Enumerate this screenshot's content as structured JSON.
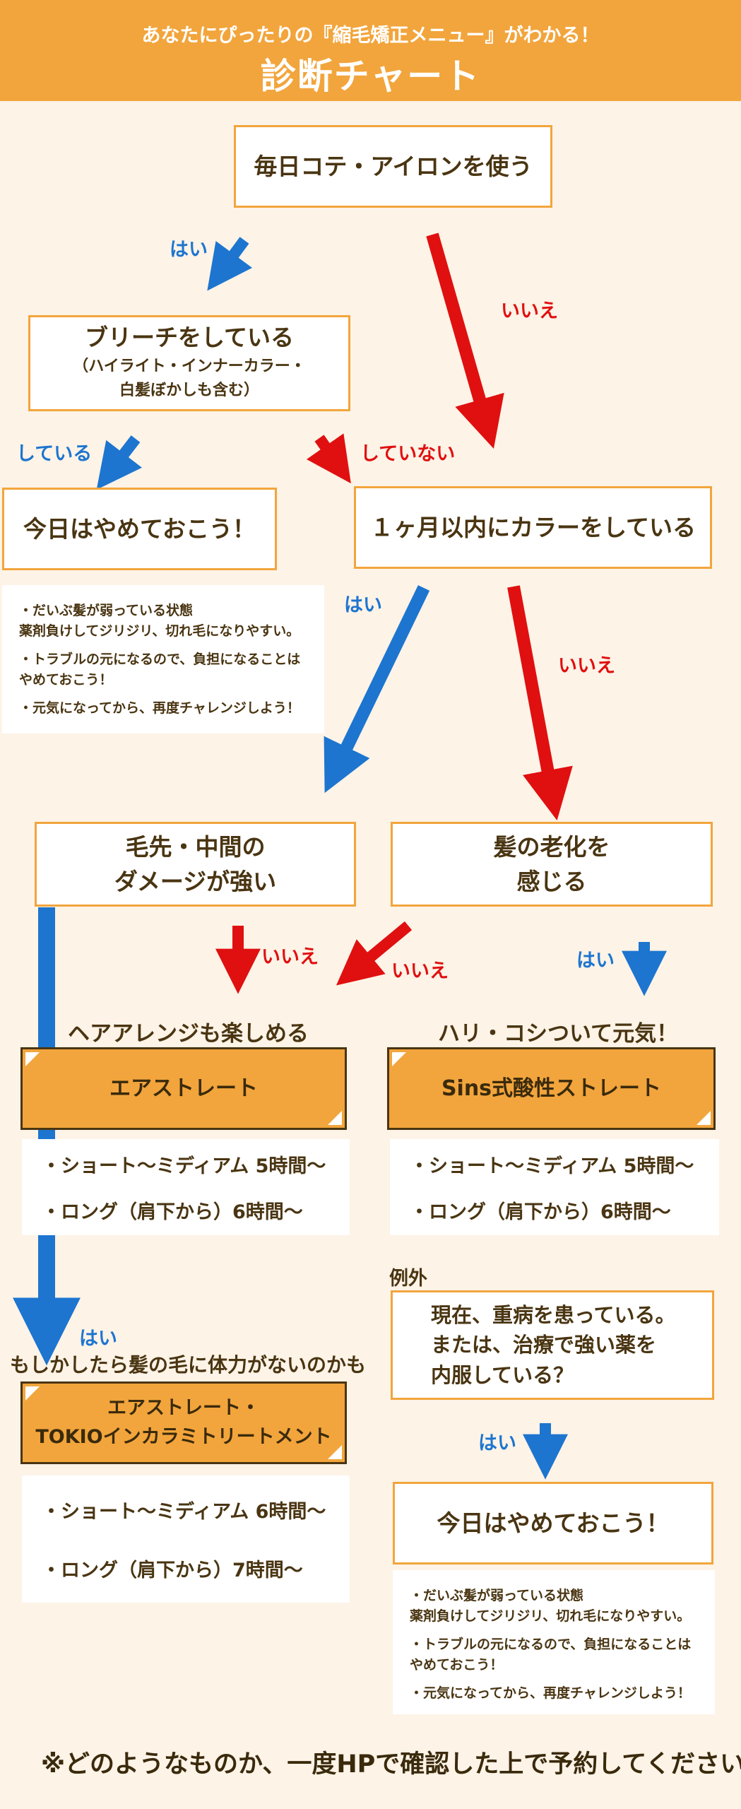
{
  "header": {
    "subtitle": "あなたにぴったりの『縮毛矯正メニュー』がわかる！",
    "title": "診断チャート"
  },
  "colors": {
    "orange": "#f2a53c",
    "blue": "#1d75cf",
    "red": "#e01010",
    "background": "#fdf3e7",
    "text": "#4a3512"
  },
  "questions": {
    "q1": "毎日コテ・アイロンを使う",
    "q2": "ブリーチをしている",
    "q2_note_1": "（ハイライト・インナーカラー・",
    "q2_note_2": "白髪ぼかしも含む）",
    "q3": "１ヶ月以内にカラーをしている",
    "q4_1": "毛先・中間の",
    "q4_2": "ダメージが強い",
    "q5_1": "髪の老化を",
    "q5_2": "感じる",
    "exception_1": "現在、重病を患っている。",
    "exception_2": "または、治療で強い薬を",
    "exception_3": "内服している？"
  },
  "labels": {
    "yes": "はい",
    "no": "いいえ",
    "doing": "している",
    "not_doing": "していない",
    "exception": "例外"
  },
  "stop": {
    "title": "今日はやめておこう！",
    "note_1a": "・だいぶ髪が弱っている状態",
    "note_1b": "薬剤負けしてジリジリ、切れ毛になりやすい。",
    "note_2a": "・トラブルの元になるので、負担になることは",
    "note_2b": "やめておこう！",
    "note_3": "・元気になってから、再度チャレンジしよう！"
  },
  "results": {
    "air_category": "ヘアアレンジも楽しめる",
    "air_menu": "エアストレート",
    "sins_category": "ハリ・コシついて元気！",
    "sins_menu": "Sins式酸性ストレート",
    "short_5": "・ショート〜ミディアム 5時間〜",
    "long_6": "・ロング（肩下から）6時間〜",
    "tokio_category": "もしかしたら髪の毛に体力がないのかも",
    "tokio_menu_1": "エアストレート・",
    "tokio_menu_2": "TOKIOインカラミトリートメント",
    "short_6": "・ショート〜ミディアム 6時間〜",
    "long_7": "・ロング（肩下から）7時間〜"
  },
  "footer": "※どのようなものか、一度HPで確認した上で予約してください。"
}
